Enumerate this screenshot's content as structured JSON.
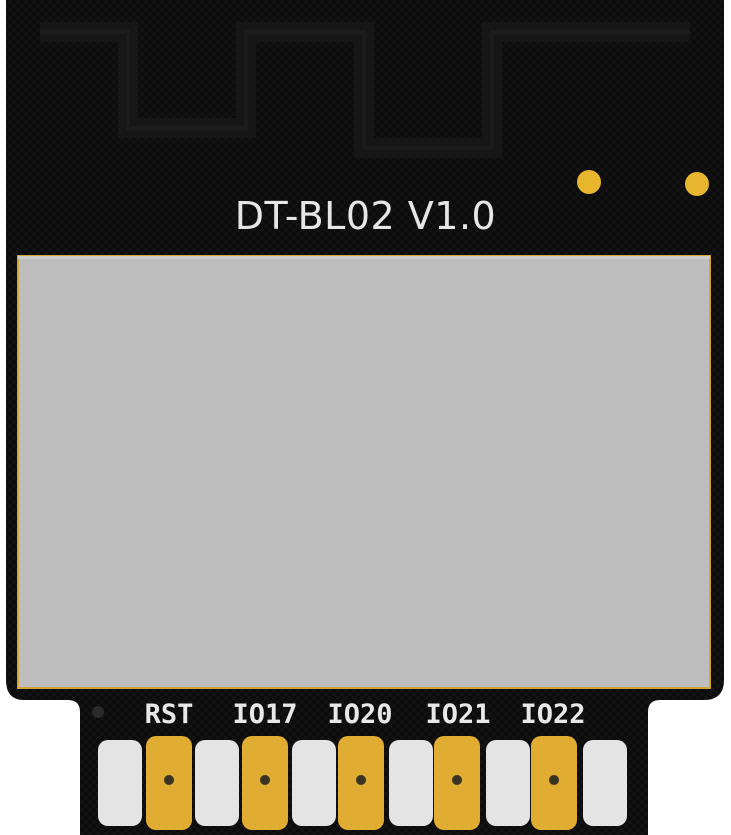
{
  "board": {
    "silkscreen_title": "DT-BL02 V1.0",
    "pcb_color": "#0c0c0c",
    "shield_color": "#bfbfbf",
    "pad_gold_color": "#e0ac32",
    "pad_silver_color": "#e4e4e4"
  },
  "pins": [
    {
      "label": "RST"
    },
    {
      "label": "IO17"
    },
    {
      "label": "IO20"
    },
    {
      "label": "IO21"
    },
    {
      "label": "IO22"
    }
  ]
}
